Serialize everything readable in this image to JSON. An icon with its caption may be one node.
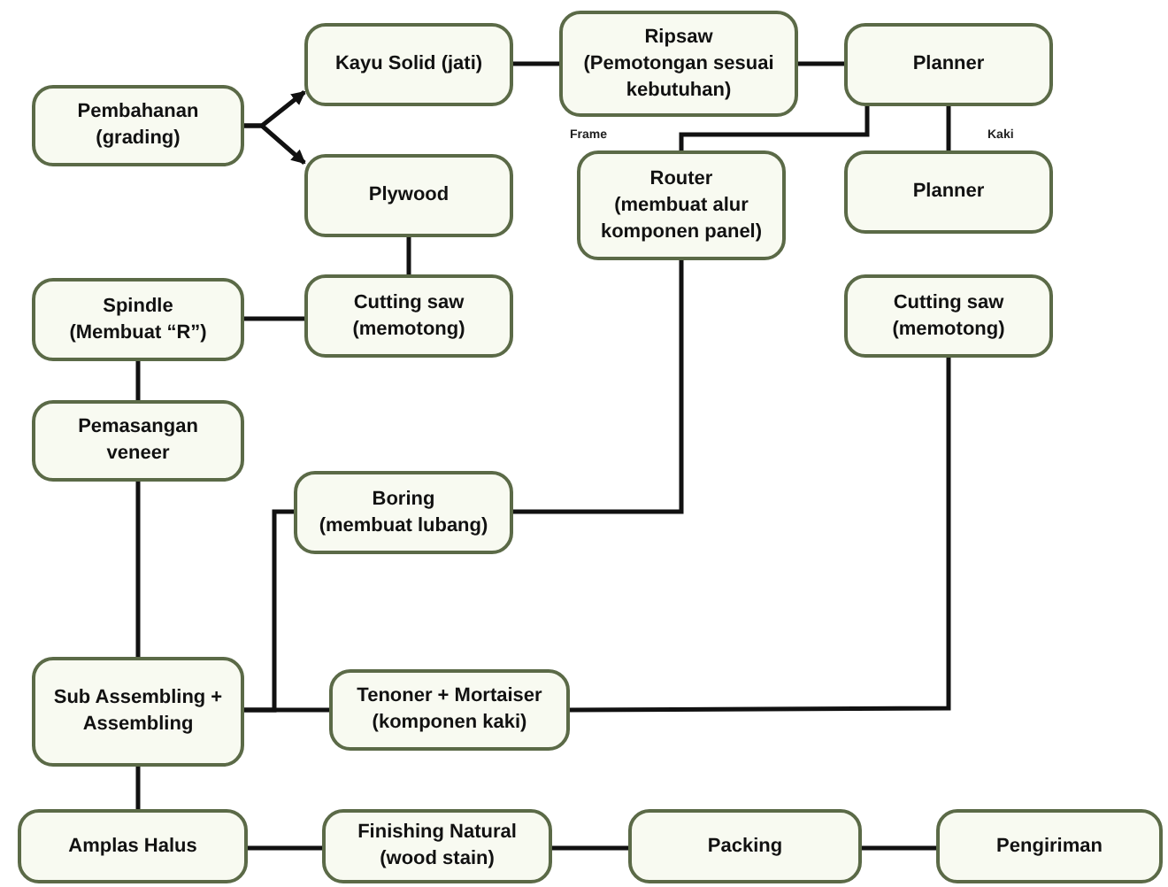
{
  "diagram": {
    "nodes": [
      {
        "text": [
          "Pembahanan (grading)"
        ]
      },
      {
        "text": [
          "Kayu Solid (jati)"
        ]
      },
      {
        "text": [
          "Ripsaw",
          "(Pemotongan sesuai kebutuhan)"
        ]
      },
      {
        "text": [
          "Planner"
        ]
      },
      {
        "text": [
          "Plywood"
        ]
      },
      {
        "text": [
          "Router",
          "(membuat alur komponen panel)"
        ]
      },
      {
        "text": [
          "Planner"
        ]
      },
      {
        "text": [
          "Spindle",
          "(Membuat “R”)"
        ]
      },
      {
        "text": [
          "Cutting saw",
          "(memotong)"
        ]
      },
      {
        "text": [
          "Cutting saw",
          "(memotong)"
        ]
      },
      {
        "text": [
          "Pemasangan veneer"
        ]
      },
      {
        "text": [
          "Boring",
          "(membuat lubang)"
        ]
      },
      {
        "text": [
          "Sub Assembling + Assembling"
        ]
      },
      {
        "text": [
          "Tenoner + Mortaiser",
          "(komponen kaki)"
        ]
      },
      {
        "text": [
          "Amplas Halus"
        ]
      },
      {
        "text": [
          "Finishing Natural",
          "(wood stain)"
        ]
      },
      {
        "text": [
          "Packing"
        ]
      },
      {
        "text": [
          "Pengiriman"
        ]
      }
    ],
    "edges": [
      {
        "from": 0,
        "to": 1,
        "arrow": "to"
      },
      {
        "from": 0,
        "to": 4,
        "arrow": "to"
      },
      {
        "from": 1,
        "to": 2,
        "arrow": "none"
      },
      {
        "from": 2,
        "to": 3,
        "arrow": "none"
      },
      {
        "from": 3,
        "to": 5,
        "arrow": "none"
      },
      {
        "from": 3,
        "to": 6,
        "arrow": "none"
      },
      {
        "from": 4,
        "to": 8,
        "arrow": "none"
      },
      {
        "from": 8,
        "to": 7,
        "arrow": "none"
      },
      {
        "from": 7,
        "to": 10,
        "arrow": "none"
      },
      {
        "from": 10,
        "to": 12,
        "arrow": "none"
      },
      {
        "from": 5,
        "to": 11,
        "arrow": "none"
      },
      {
        "from": 11,
        "to": 12,
        "arrow": "none"
      },
      {
        "from": 9,
        "to": 13,
        "arrow": "none"
      },
      {
        "from": 13,
        "to": 12,
        "arrow": "none"
      },
      {
        "from": 12,
        "to": 14,
        "arrow": "none"
      },
      {
        "from": 14,
        "to": 15,
        "arrow": "none"
      },
      {
        "from": 15,
        "to": 16,
        "arrow": "none"
      },
      {
        "from": 16,
        "to": 17,
        "arrow": "none"
      }
    ],
    "labels": [
      "Frame",
      "Kaki"
    ]
  }
}
